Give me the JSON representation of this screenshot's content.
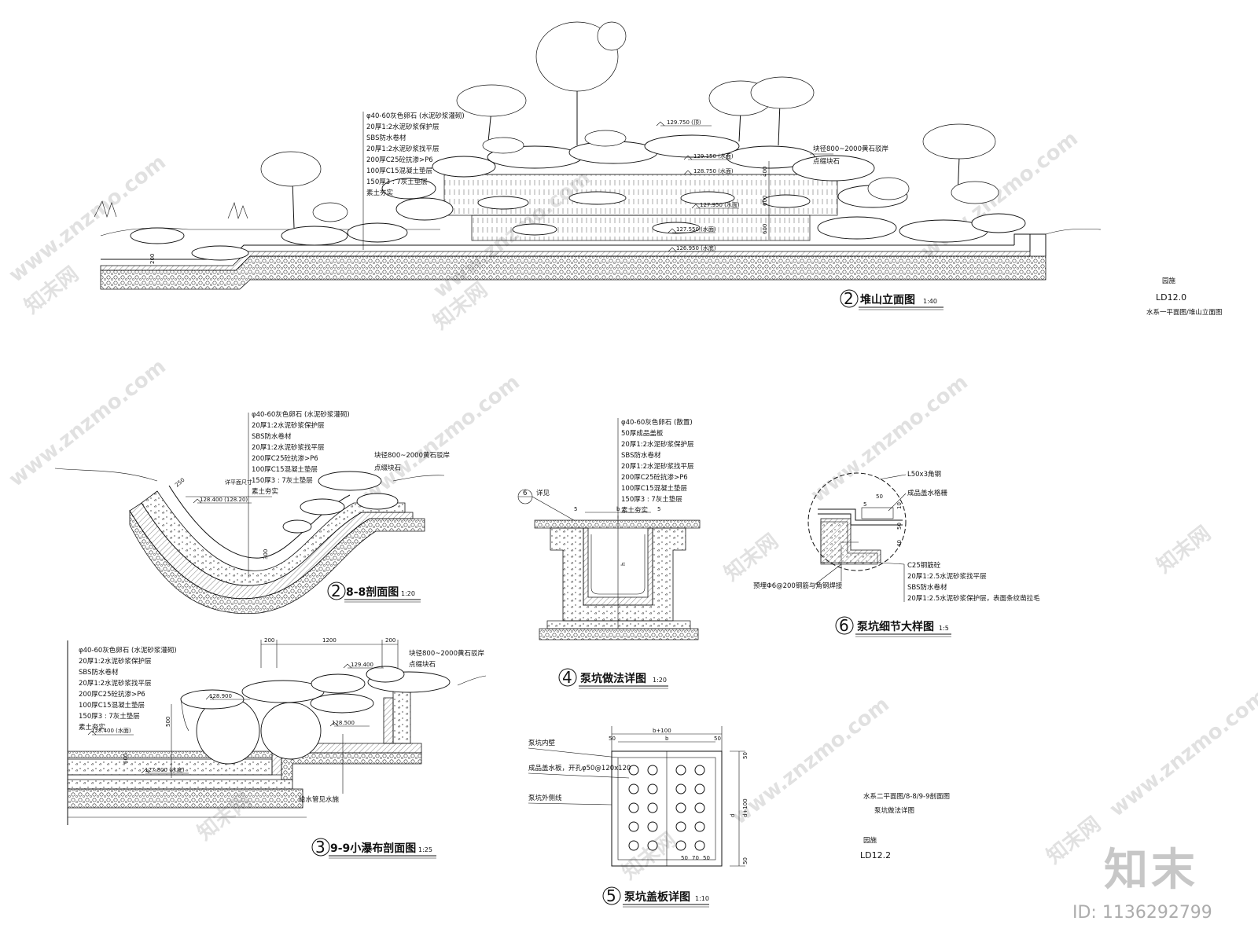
{
  "watermark": {
    "site": "www.znzmo.com",
    "brand": "知末网",
    "logo": "知末",
    "id": "ID: 1136292799"
  },
  "elevation": {
    "title": "堆山立面图",
    "number": "2",
    "scale": "1:40",
    "layers": [
      "φ40-60灰色卵石 (水泥砂浆灌砌)",
      "20厚1:2水泥砂浆保护层",
      "SBS防水卷材",
      "20厚1:2水泥砂浆找平层",
      "200厚C25砼抗渗>P6",
      "100厚C15混凝土垫层",
      "150厚3 : 7灰土垫层",
      "素土夯实"
    ],
    "rock_note": [
      "块径800~2000黄石驳岸",
      "点缀块石"
    ],
    "levels": [
      "129.750 (顶)",
      "129.150 (水面)",
      "128.750 (水面)",
      "127.950 (水面)",
      "127.550 (水面)",
      "126.950 (水底)"
    ],
    "dims": [
      "400",
      "600",
      "600",
      "200"
    ]
  },
  "sheet_ref_top": {
    "a": "园施",
    "b": "LD12.0",
    "c": "水系一平面图/堆山立面图"
  },
  "sec88": {
    "title": "8-8剖面图",
    "number": "2",
    "scale": "1:20",
    "layers": [
      "φ40-60灰色卵石 (水泥砂浆灌砌)",
      "20厚1:2水泥砂浆保护层",
      "SBS防水卷材",
      "20厚1:2水泥砂浆找平层",
      "200厚C25砼抗渗>P6",
      "100厚C15混凝土垫层",
      "150厚3 : 7灰土垫层",
      "素土夯实"
    ],
    "rock_note": [
      "块径800~2000黄石驳岸",
      "点缀块石"
    ],
    "level": "128.400 (128.20)",
    "note_w": "详平面尺寸",
    "dim_a": "250",
    "dim_b": "300"
  },
  "sec99": {
    "title": "9-9小瀑布剖面图",
    "number": "3",
    "scale": "1:25",
    "layers": [
      "φ40-60灰色卵石 (水泥砂浆灌砌)",
      "20厚1:2水泥砂浆保护层",
      "SBS防水卷材",
      "20厚1:2水泥砂浆找平层",
      "200厚C25砼抗渗>P6",
      "100厚C15混凝土垫层",
      "150厚3 : 7灰土垫层",
      "素土夯实"
    ],
    "rock_note": [
      "块径800~2000黄石驳岸",
      "点缀块石"
    ],
    "levels": [
      "129.400",
      "128.900",
      "128.500",
      "128.400 (水面)",
      "127.800 (水底)"
    ],
    "dims": [
      "200",
      "1200",
      "200",
      "500",
      "600"
    ],
    "pipe_note": "给水管见水施"
  },
  "pump": {
    "title": "泵坑做法详图",
    "number": "4",
    "scale": "1:20",
    "layers": [
      "φ40-60灰色卵石 (散置)",
      "50厚成品盖板",
      "20厚1:2水泥砂浆保护层",
      "SBS防水卷材",
      "20厚1:2水泥砂浆找平层",
      "200厚C25砼抗渗>P6",
      "100厚C15混凝土垫层",
      "150厚3 : 7灰土垫层",
      "素土夯实"
    ],
    "ref": "6",
    "ref_note": "详见",
    "dims": [
      "5",
      "b",
      "5",
      "h"
    ]
  },
  "cover": {
    "title": "泵坑盖板详图",
    "number": "5",
    "scale": "1:10",
    "notes": [
      "泵坑内壁",
      "成品盖水板，开孔φ50@120x120",
      "泵坑外侧线"
    ],
    "dims": [
      "b+100",
      "50",
      "b",
      "50",
      "50",
      "d+100",
      "d",
      "50",
      "50",
      "70",
      "50"
    ]
  },
  "detail6": {
    "title": "泵坑细节大样图",
    "number": "6",
    "scale": "1:5",
    "notes": [
      "L50x3角钢",
      "成品盖水格栅",
      "C25钢筋砼",
      "20厚1:2.5水泥砂浆找平层",
      "SBS防水卷材",
      "20厚1:2.5水泥砂浆保护层，表面条纹凿拉毛"
    ],
    "rebar": "预埋Φ6@200钢筋与角钢焊接",
    "dims": [
      "50",
      "5",
      "10",
      "50",
      "40"
    ]
  },
  "sheet_ref_bottom": {
    "a": "水系二平面图/8-8/9-9剖面图",
    "b": "泵坑做法详图",
    "c": "园施",
    "d": "LD12.2"
  }
}
